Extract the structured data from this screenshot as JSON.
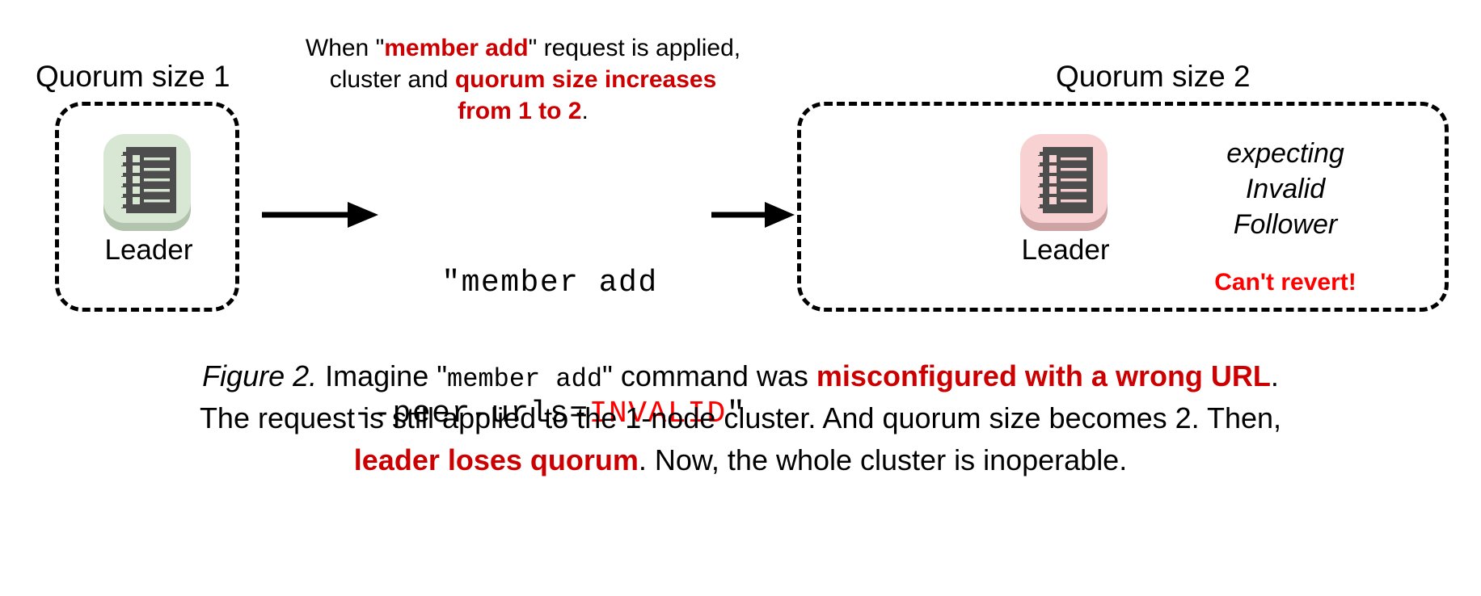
{
  "figure": {
    "left_cluster": {
      "title": "Quorum size 1",
      "node": {
        "role_label": "Leader",
        "icon": "ledger-node-icon",
        "bg_color": "#d7e7d3",
        "shadow_color": "#b3c4ae",
        "glyph_color": "#4d4d4d"
      }
    },
    "right_cluster": {
      "title": "Quorum size 2",
      "node": {
        "role_label": "Leader",
        "icon": "ledger-node-icon",
        "bg_color": "#f8d2d2",
        "shadow_color": "#cda3a3",
        "glyph_color": "#4d4d4d"
      },
      "notes": {
        "italic_lines": [
          "expecting",
          "Invalid",
          "Follower"
        ],
        "alert": "Can't revert!",
        "alert_color": "#ff0000"
      }
    },
    "annotation": {
      "line1_pre": "When \"",
      "line1_hl": "member add",
      "line1_post": "\" request is applied,",
      "line2_pre": "cluster and ",
      "line2_hl": "quorum size increases",
      "line3_hl": "from 1 to 2",
      "line3_post": ".",
      "highlight_color": "#cc0000"
    },
    "command": {
      "line1": "\"member add",
      "line2_pre": "--peer-urls=",
      "line2_value": "INVALID",
      "line2_post": "\"",
      "value_color": "#ff0000"
    },
    "arrows": [
      {
        "name": "arrow-leader-to-command"
      },
      {
        "name": "arrow-command-to-cluster"
      }
    ],
    "caption": {
      "line1": {
        "fignum": "Figure 2.",
        "t1": " Imagine \"",
        "mono": "member add",
        "t2": "\" command was ",
        "hl": "misconfigured with a wrong URL",
        "t3": "."
      },
      "line2": {
        "t1": "The request is still applied to the 1-node cluster. And quorum size becomes 2. Then,"
      },
      "line3": {
        "hl": "leader loses quorum",
        "t1": ". Now, the whole cluster is inoperable."
      },
      "highlight_color": "#cc0000"
    }
  }
}
